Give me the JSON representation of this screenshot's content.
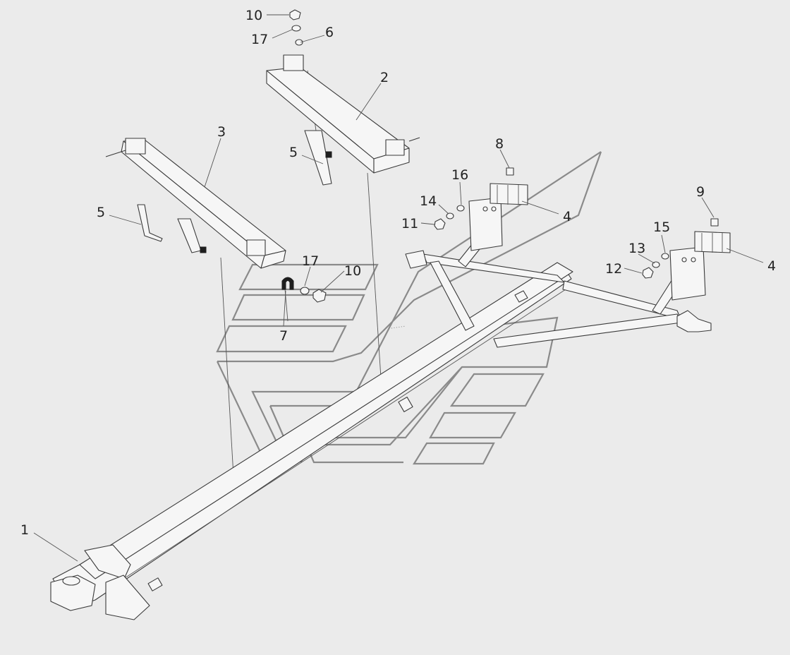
{
  "diagram": {
    "callouts": [
      {
        "id": "c-10-top",
        "label": "10"
      },
      {
        "id": "c-17-top",
        "label": "17"
      },
      {
        "id": "c-6",
        "label": "6"
      },
      {
        "id": "c-2",
        "label": "2"
      },
      {
        "id": "c-3",
        "label": "3"
      },
      {
        "id": "c-5-mid",
        "label": "5"
      },
      {
        "id": "c-5-left",
        "label": "5"
      },
      {
        "id": "c-8",
        "label": "8"
      },
      {
        "id": "c-16",
        "label": "16"
      },
      {
        "id": "c-14",
        "label": "14"
      },
      {
        "id": "c-11",
        "label": "11"
      },
      {
        "id": "c-4-mid",
        "label": "4"
      },
      {
        "id": "c-9",
        "label": "9"
      },
      {
        "id": "c-15",
        "label": "15"
      },
      {
        "id": "c-13",
        "label": "13"
      },
      {
        "id": "c-12",
        "label": "12"
      },
      {
        "id": "c-4-right",
        "label": "4"
      },
      {
        "id": "c-17-low",
        "label": "17"
      },
      {
        "id": "c-10-low",
        "label": "10"
      },
      {
        "id": "c-7",
        "label": "7"
      },
      {
        "id": "c-1",
        "label": "1"
      }
    ]
  }
}
